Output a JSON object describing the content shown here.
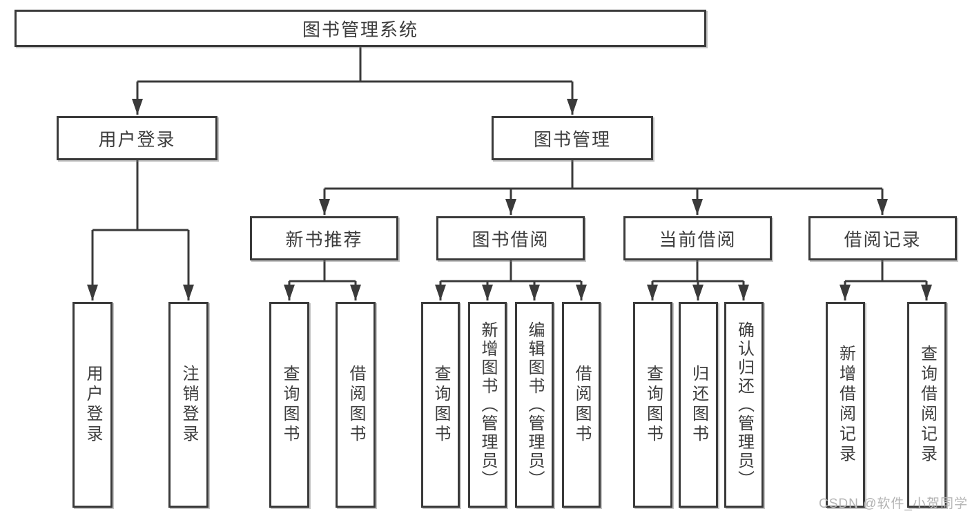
{
  "colors": {
    "background": "#ffffff",
    "line": "#3a3a3a",
    "text": "#3d3d3d",
    "watermark": "#b4b4b4"
  },
  "tree": {
    "root": "图书管理系统",
    "branches": [
      {
        "label": "用户登录",
        "children": [
          "用户登录",
          "注销登录"
        ]
      },
      {
        "label": "图书管理",
        "sub": [
          {
            "label": "新书推荐",
            "children": [
              "查询图书",
              "借阅图书"
            ]
          },
          {
            "label": "图书借阅",
            "children": [
              "查询图书",
              "新增图书（管理员）",
              "编辑图书（管理员）",
              "借阅图书"
            ]
          },
          {
            "label": "当前借阅",
            "children": [
              "查询图书",
              "归还图书",
              "确认归还（管理员）"
            ]
          },
          {
            "label": "借阅记录",
            "children": [
              "新增借阅记录",
              "查询借阅记录"
            ]
          }
        ]
      }
    ]
  },
  "watermark_text": "CSDN @软件_小贺同学"
}
